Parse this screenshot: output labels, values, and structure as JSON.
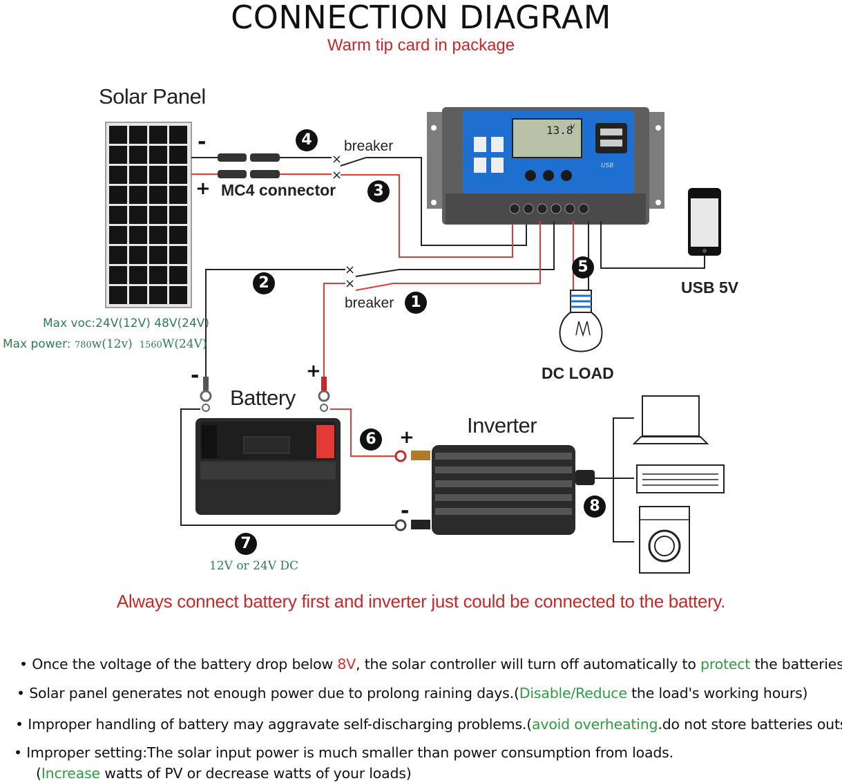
{
  "title": "CONNECTION DIAGRAM",
  "subtitle": "Warm tip card in package",
  "labels": {
    "solar_panel": "Solar Panel",
    "breaker_top": "breaker",
    "breaker_bottom": "breaker",
    "mc4_connector": "MC4 connector",
    "usb": "USB 5V",
    "dc_load": "DC  LOAD",
    "battery": "Battery",
    "inverter": "Inverter",
    "voltage_dc": "12V or 24V DC",
    "controller_display": "13.8",
    "controller_display_unit": "V",
    "controller_usb": "USB"
  },
  "specs": {
    "max_voc": "Max voc:24V(12V)  48V(24V)",
    "max_power_prefix": "Max power: ",
    "max_power_a": "780",
    "max_power_a_unit": "w(12v)",
    "max_power_b": "1560",
    "max_power_b_unit": "W(24V)"
  },
  "signs": {
    "minus": "-",
    "plus": "+"
  },
  "steps": [
    "1",
    "2",
    "3",
    "4",
    "5",
    "6",
    "7",
    "8"
  ],
  "warning": "Always connect battery first and inverter just could be connected to the battery.",
  "notes": {
    "n1_a": "• Once the voltage of the battery drop below ",
    "n1_red": "8V",
    "n1_b": ", the solar controller will turn off automatically to ",
    "n1_green": "protect",
    "n1_c": " the batteries.",
    "n2_a": "• Solar panel generates not enough power due to prolong raining days.(",
    "n2_green": "Disable/Reduce",
    "n2_b": " the load's working hours)",
    "n3_a": "• Improper handling of battery may aggravate self-discharging problems.(",
    "n3_green": "avoid overheating",
    "n3_b": ".do not store batteries outside)",
    "n4_a": "• Improper setting:The solar input power is much smaller than power consumption from loads.",
    "n4_b": "(",
    "n4_green": "Increase",
    "n4_c": " watts of PV or decrease watts of your loads)"
  },
  "colors": {
    "red_wire": "#e53935",
    "black_wire": "#222222",
    "controller_panel": "#1e6fd0",
    "accent_red": "#c62828",
    "green": "#2e7d52"
  }
}
